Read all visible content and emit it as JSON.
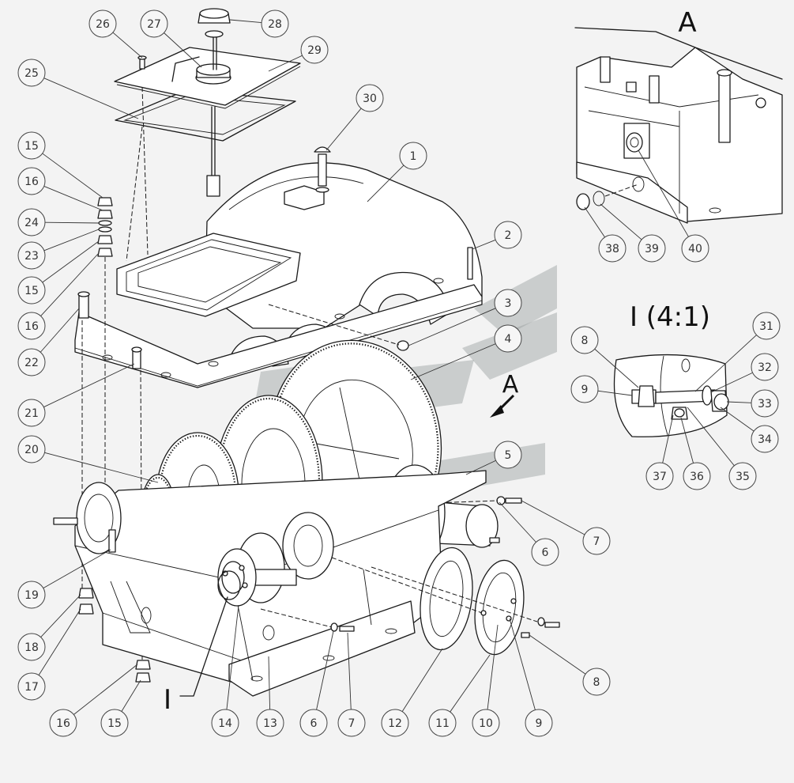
{
  "view_labels": {
    "view_a": "A",
    "view_a_arrow": "A",
    "detail_i": "I (4:1)",
    "detail_marker": "I"
  },
  "callouts": [
    {
      "id": "c26",
      "label": "26"
    },
    {
      "id": "c27",
      "label": "27"
    },
    {
      "id": "c28",
      "label": "28"
    },
    {
      "id": "c29",
      "label": "29"
    },
    {
      "id": "c25",
      "label": "25"
    },
    {
      "id": "c30",
      "label": "30"
    },
    {
      "id": "c1",
      "label": "1"
    },
    {
      "id": "c2",
      "label": "2"
    },
    {
      "id": "c3",
      "label": "3"
    },
    {
      "id": "c4",
      "label": "4"
    },
    {
      "id": "c5",
      "label": "5"
    },
    {
      "id": "c6a",
      "label": "6"
    },
    {
      "id": "c7a",
      "label": "7"
    },
    {
      "id": "c8a",
      "label": "8"
    },
    {
      "id": "c15a",
      "label": "15"
    },
    {
      "id": "c16a",
      "label": "16"
    },
    {
      "id": "c24",
      "label": "24"
    },
    {
      "id": "c23",
      "label": "23"
    },
    {
      "id": "c15b",
      "label": "15"
    },
    {
      "id": "c16b",
      "label": "16"
    },
    {
      "id": "c22",
      "label": "22"
    },
    {
      "id": "c21",
      "label": "21"
    },
    {
      "id": "c20",
      "label": "20"
    },
    {
      "id": "c19",
      "label": "19"
    },
    {
      "id": "c18",
      "label": "18"
    },
    {
      "id": "c17",
      "label": "17"
    },
    {
      "id": "c16c",
      "label": "16"
    },
    {
      "id": "c15c",
      "label": "15"
    },
    {
      "id": "c14",
      "label": "14"
    },
    {
      "id": "c13",
      "label": "13"
    },
    {
      "id": "c6b",
      "label": "6"
    },
    {
      "id": "c7b",
      "label": "7"
    },
    {
      "id": "c12",
      "label": "12"
    },
    {
      "id": "c11",
      "label": "11"
    },
    {
      "id": "c10",
      "label": "10"
    },
    {
      "id": "c9a",
      "label": "9"
    },
    {
      "id": "c38",
      "label": "38"
    },
    {
      "id": "c39",
      "label": "39"
    },
    {
      "id": "c40",
      "label": "40"
    },
    {
      "id": "c8b",
      "label": "8"
    },
    {
      "id": "c9b",
      "label": "9"
    },
    {
      "id": "c31",
      "label": "31"
    },
    {
      "id": "c32",
      "label": "32"
    },
    {
      "id": "c33",
      "label": "33"
    },
    {
      "id": "c34",
      "label": "34"
    },
    {
      "id": "c35",
      "label": "35"
    },
    {
      "id": "c36",
      "label": "36"
    },
    {
      "id": "c37",
      "label": "37"
    }
  ]
}
